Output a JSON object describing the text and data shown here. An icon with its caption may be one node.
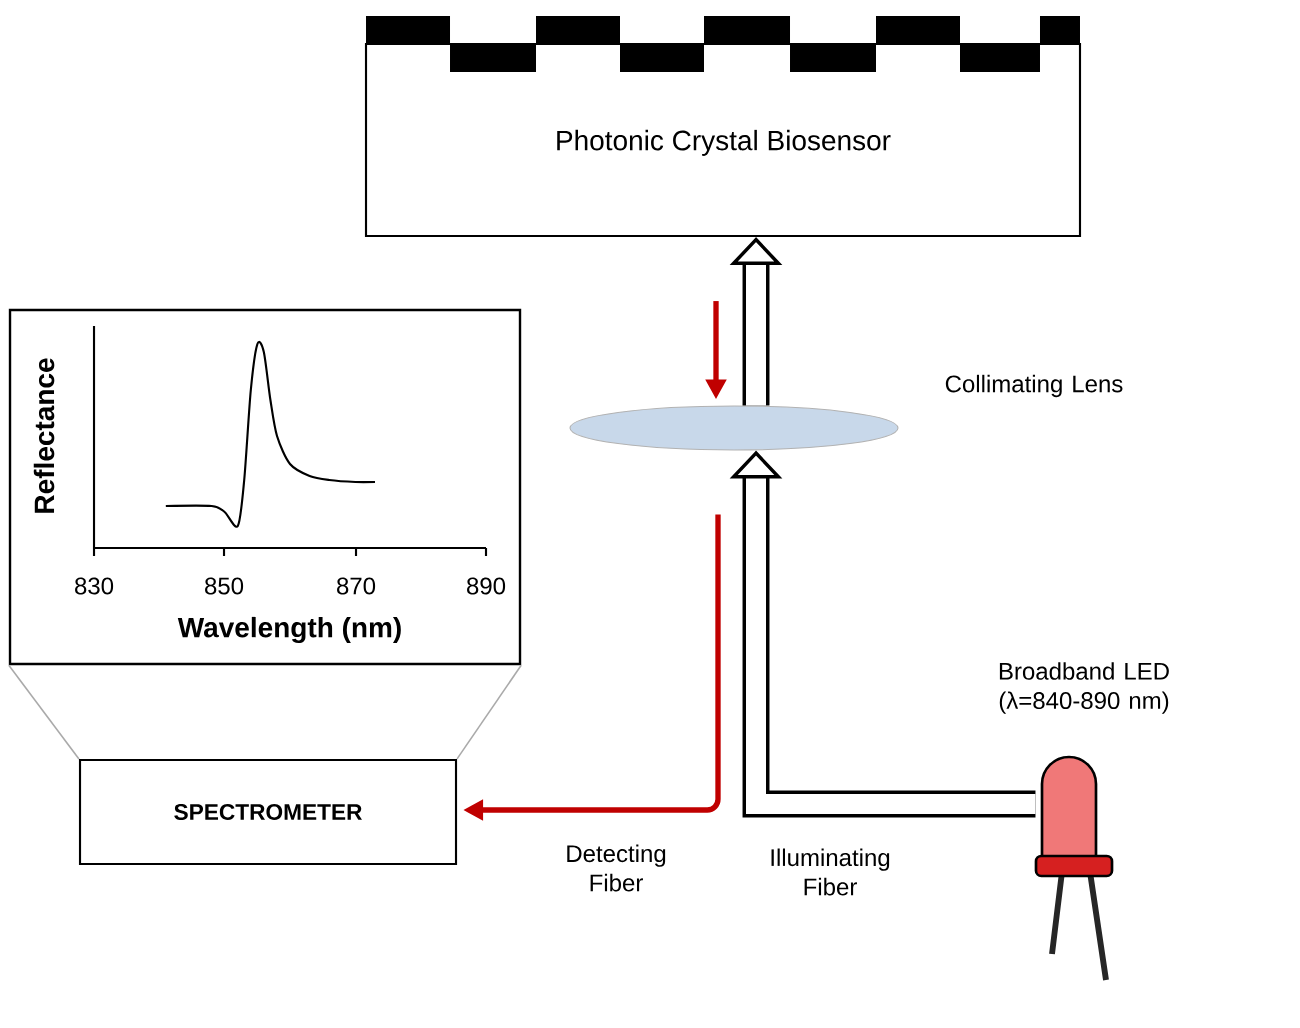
{
  "diagram": {
    "nodes": [
      {
        "text": [
          "Photonic Crystal Biosensor"
        ]
      },
      {
        "text": [],
        "shape": "ellipse",
        "beside": [
          "Collimating Lens"
        ]
      },
      {
        "text": [
          "SPECTROMETER"
        ]
      },
      {
        "text": [],
        "shape": "picture",
        "beside": [
          "Broadband LED (λ=840-890 nm)"
        ]
      },
      {
        "text": [],
        "shape": "box"
      }
    ],
    "edges": [
      {
        "from": 3,
        "to": 1,
        "arrow": "to",
        "style": "thick",
        "label": "Illuminating Fiber"
      },
      {
        "from": 1,
        "to": 0,
        "arrow": "to",
        "style": "thick"
      },
      {
        "from": 0,
        "to": 1,
        "arrow": "to",
        "color": "#c00000"
      },
      {
        "from": 1,
        "to": 2,
        "arrow": "to",
        "color": "#c00000",
        "label": "Detecting Fiber"
      },
      {
        "from": 4,
        "to": 2,
        "arrow": "none",
        "color": "#aaaaaa"
      },
      {
        "from": 4,
        "to": 2,
        "arrow": "none",
        "color": "#aaaaaa"
      }
    ],
    "labels": [
      "Reflectance",
      "830",
      "850",
      "870",
      "890",
      "Wavelength (nm)"
    ]
  }
}
